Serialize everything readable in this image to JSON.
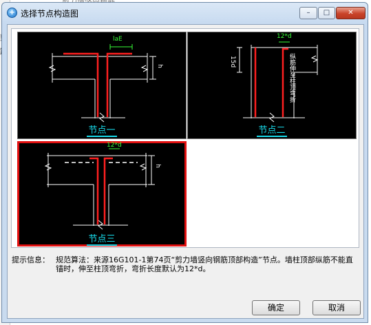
{
  "dialog": {
    "title": "选择节点构造图",
    "window_controls": {
      "minimize": "–",
      "maximize": "□",
      "close": "✕"
    }
  },
  "nodes": [
    {
      "caption": "节点一",
      "labels": [
        "laE",
        "h"
      ],
      "selected": false
    },
    {
      "caption": "节点二",
      "labels": [
        "12*d",
        "15d",
        "纵筋伸至柱顶弯折"
      ],
      "selected": false
    },
    {
      "caption": "节点三",
      "labels": [
        "12*d",
        "h"
      ],
      "selected": true
    }
  ],
  "info": {
    "label": "提示信息：",
    "text": "规范算法：来源16G101-1第74页“剪力墙竖向钢筋顶部构造”节点。墙柱顶部纵筋不能直锚时，伸至柱顶弯折，弯折长度默认为12*d。"
  },
  "buttons": {
    "ok": "确定",
    "cancel": "取消"
  },
  "background": {
    "left_chars": [
      "剪",
      "筋"
    ],
    "top_text": "剪力墙竖向钢筋"
  },
  "colors": {
    "selection": "#e11010",
    "rebar": "#ff2020",
    "caption": "#18e0f0",
    "dimension": "#39ff39"
  }
}
